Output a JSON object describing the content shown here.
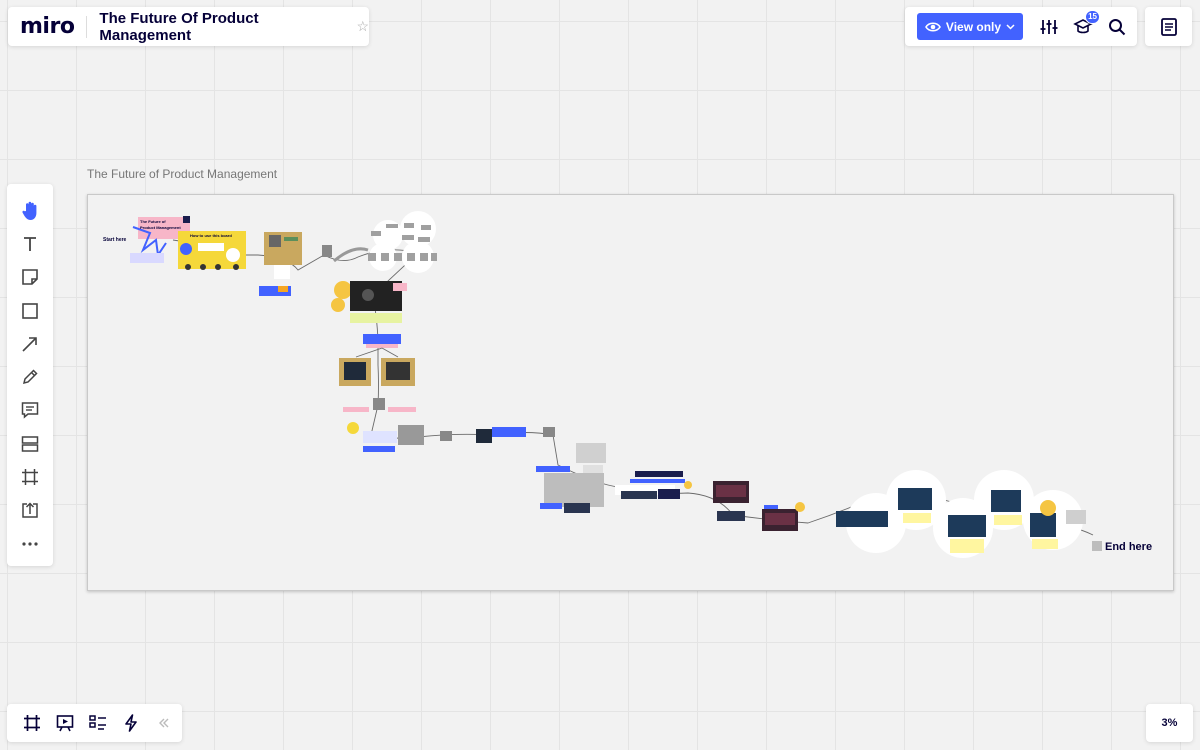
{
  "app": {
    "logo": "miro",
    "board_title": "The Future Of Product Management",
    "star_icon": "star-icon"
  },
  "header": {
    "view_button_label": "View only",
    "notifications_count": "15",
    "accent_color": "#4262ff"
  },
  "toolbar": {
    "tools": [
      "hand-icon",
      "text-icon",
      "sticky-note-icon",
      "shape-icon",
      "connection-line-icon",
      "pen-icon",
      "comment-icon",
      "layout-icon",
      "frame-icon",
      "upload-icon",
      "more-icon"
    ]
  },
  "bottom": {
    "tools": [
      "frames-icon",
      "presentation-icon",
      "board-outline-icon",
      "lightning-icon",
      "collapse-icon"
    ],
    "zoom": "3%"
  },
  "canvas": {
    "frame_title": "The Future of Product Management",
    "start_label": "Start here",
    "end_label": "End here",
    "card_title_1": "The Future of",
    "card_title_2": "Product Management",
    "howto_title": "How to use this board"
  }
}
